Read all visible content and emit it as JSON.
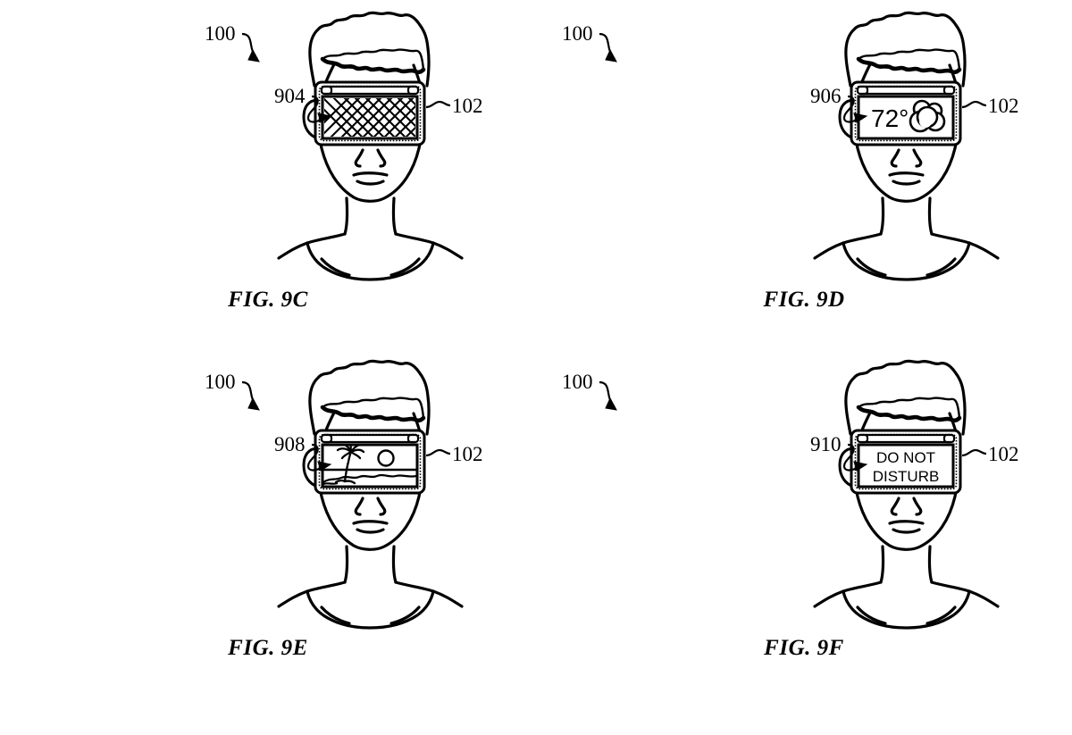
{
  "document": {
    "type": "patent-drawing-sheet",
    "sheet_background": "#ffffff",
    "ink_color": "#000000"
  },
  "figures": [
    {
      "id": "9c",
      "caption": "FIG. 9C",
      "device_ref": "100",
      "headset_ref": "102",
      "display_ref": "904",
      "display_kind": "crosshatch-pattern",
      "display_text": ""
    },
    {
      "id": "9d",
      "caption": "FIG. 9D",
      "device_ref": "100",
      "headset_ref": "102",
      "display_ref": "906",
      "display_kind": "weather",
      "display_text": "72°",
      "weather_icon": "cloud-icon"
    },
    {
      "id": "9e",
      "caption": "FIG. 9E",
      "device_ref": "100",
      "headset_ref": "102",
      "display_ref": "908",
      "display_kind": "beach-scene",
      "display_text": "",
      "scene_items": [
        "palm-tree-icon",
        "sun-icon",
        "horizon-line",
        "sand-dunes"
      ]
    },
    {
      "id": "9f",
      "caption": "FIG. 9F",
      "device_ref": "100",
      "headset_ref": "102",
      "display_ref": "910",
      "display_kind": "text-message",
      "display_text_line1": "DO NOT",
      "display_text_line2": "DISTURB"
    }
  ]
}
